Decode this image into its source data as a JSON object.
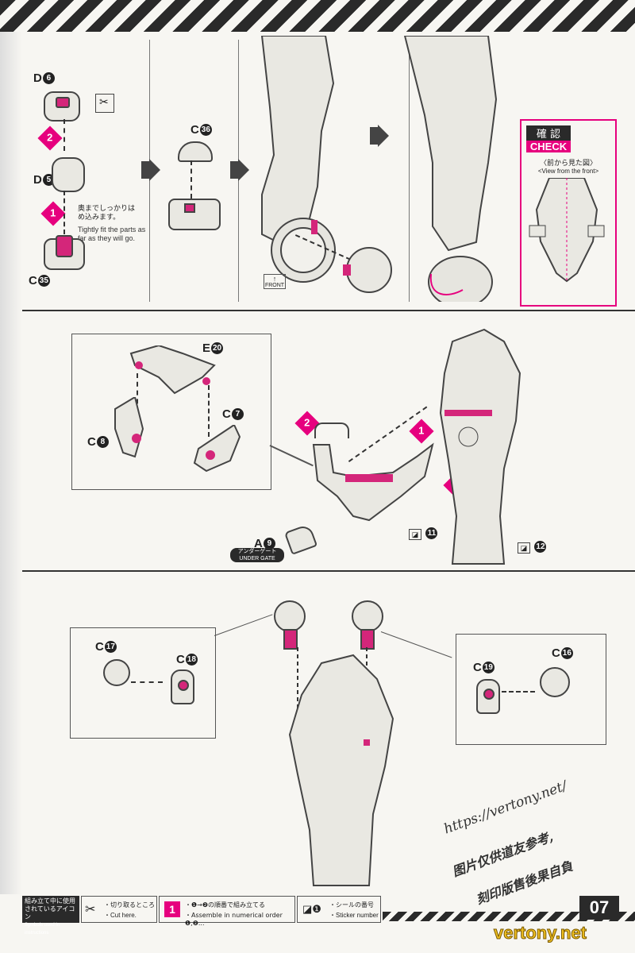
{
  "panel1": {
    "labels": {
      "d6": {
        "letter": "D",
        "num": "6"
      },
      "d5": {
        "letter": "D",
        "num": "5"
      },
      "c35": {
        "letter": "C",
        "num": "35"
      },
      "c36": {
        "letter": "C",
        "num": "36"
      }
    },
    "steps": {
      "s1": "1",
      "s2": "2"
    },
    "note_jp": "奥までしっかりはめ込みます。",
    "note_en": "Tightly fit the parts as far as they will go.",
    "front_label": "FRONT",
    "check": {
      "title_jp": "確 認",
      "title_en": "CHECK",
      "caption_jp": "〈前から見た図〉",
      "caption_en": "<View from the front>"
    }
  },
  "panel2": {
    "labels": {
      "e20": {
        "letter": "E",
        "num": "20"
      },
      "c7": {
        "letter": "C",
        "num": "7"
      },
      "c8": {
        "letter": "C",
        "num": "8"
      },
      "a9": {
        "letter": "A",
        "num": "9"
      }
    },
    "steps": {
      "s1": "1",
      "s2": "2",
      "s2b": "2"
    },
    "under_gate_jp": "アンダーゲート",
    "under_gate_en": "UNDER GATE",
    "stickers": {
      "s11": "11",
      "s12": "12"
    }
  },
  "panel3": {
    "labels": {
      "c17": {
        "letter": "C",
        "num": "17"
      },
      "c18": {
        "letter": "C",
        "num": "18"
      },
      "c19": {
        "letter": "C",
        "num": "19"
      },
      "c16": {
        "letter": "C",
        "num": "16"
      }
    }
  },
  "footer": {
    "title_jp": "組み立て中に使用されているアイコン",
    "title_en": "Symbols used in instructions",
    "cut_jp": "・切り取るところ",
    "cut_en": "・Cut here.",
    "order_num": "1",
    "order_jp": "・❶→❷の順番で組み立てる",
    "order_en": "・Assemble in numerical order ❶,❷...",
    "sticker_jp": "・シールの番号",
    "sticker_en": "・Sticker number",
    "page": "07"
  },
  "watermark": {
    "url": "https://vertony.net/",
    "line1": "图片仅供道友参考,",
    "line2": "刻印版售後果自負",
    "site": "vertony.net"
  },
  "colors": {
    "accent": "#e6007e",
    "ink": "#222222",
    "paper": "#f7f6f2"
  }
}
